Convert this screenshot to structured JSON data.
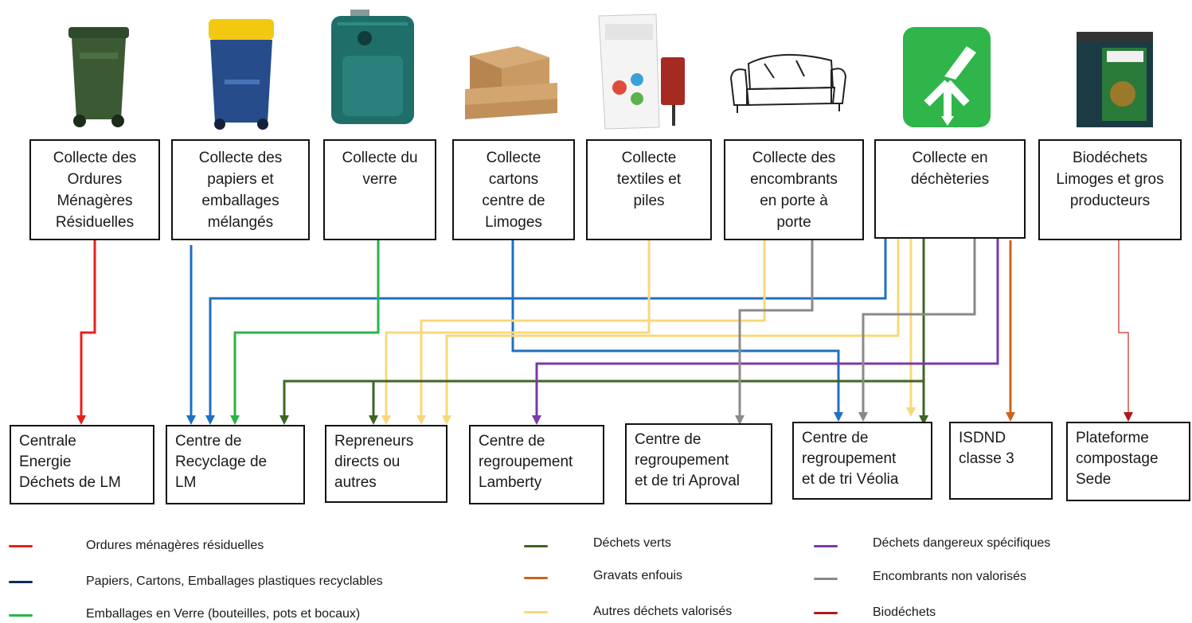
{
  "diagram": {
    "sources": [
      {
        "id": "om",
        "label": "Collecte des\nOrdures\nMénagères\nRésiduelles",
        "icon": "green-wheelie-bin-icon"
      },
      {
        "id": "papiers",
        "label": "Collecte des\npapiers et\nemballages\nmélangés",
        "icon": "blue-yellow-wheelie-bin-icon"
      },
      {
        "id": "verre",
        "label": "Collecte du\nverre",
        "icon": "glass-container-icon"
      },
      {
        "id": "cartons",
        "label": "Collecte\ncartons\ncentre de\nLimoges",
        "icon": "cardboard-boxes-icon"
      },
      {
        "id": "textiles",
        "label": "Collecte\ntextiles et\npiles",
        "icon": "textile-container-icon"
      },
      {
        "id": "encombrants",
        "label": "Collecte des\nencombrants\nen porte à\nporte",
        "icon": "sofa-icon"
      },
      {
        "id": "decheteries",
        "label": "Collecte en\ndéchèteries",
        "icon": "decheterie-logo-icon"
      },
      {
        "id": "biodechets",
        "label": "Biodéchets\nLimoges et gros\nproducteurs",
        "icon": "biowaste-bin-icon"
      }
    ],
    "destinations": [
      {
        "id": "centrale",
        "label": "Centrale\nEnergie\nDéchets de LM"
      },
      {
        "id": "recyclage",
        "label": "Centre de\nRecyclage de\nLM"
      },
      {
        "id": "repreneurs",
        "label": "Repreneurs\ndirects ou\nautres"
      },
      {
        "id": "lamberty",
        "label": "Centre de\nregroupement\nLamberty"
      },
      {
        "id": "aproval",
        "label": "Centre de\nregroupement\net de tri Aproval"
      },
      {
        "id": "veolia",
        "label": "Centre de\nregroupement\net de tri Véolia"
      },
      {
        "id": "isdnd",
        "label": "ISDND\nclasse 3"
      },
      {
        "id": "sede",
        "label": "Plateforme\ncompostage\nSede"
      }
    ],
    "colors": {
      "red": "#e8201c",
      "blue": "#1f6fc2",
      "navy": "#102a56",
      "green": "#2ab34a",
      "darkgreen": "#3f6523",
      "yellow": "#f8d878",
      "orange": "#c8641c",
      "gray": "#8a8a8a",
      "purple": "#7a3aa8",
      "darkred": "#b01818",
      "thinred": "#d0504e"
    },
    "legend": [
      {
        "label": "Ordures ménagères résiduelles",
        "color": "#e8201c"
      },
      {
        "label": "Papiers, Cartons, Emballages plastiques recyclables",
        "color": "#102a56"
      },
      {
        "label": "Emballages en Verre (bouteilles, pots et bocaux)",
        "color": "#2ab34a"
      },
      {
        "label": "Déchets verts",
        "color": "#3f6523"
      },
      {
        "label": "Gravats enfouis",
        "color": "#c8641c"
      },
      {
        "label": "Autres déchets valorisés",
        "color": "#f8d878"
      },
      {
        "label": "Déchets dangereux spécifiques",
        "color": "#7a3aa8"
      },
      {
        "label": "Encombrants non valorisés",
        "color": "#8a8a8a"
      },
      {
        "label": "Biodéchets",
        "color": "#b01818"
      }
    ]
  }
}
